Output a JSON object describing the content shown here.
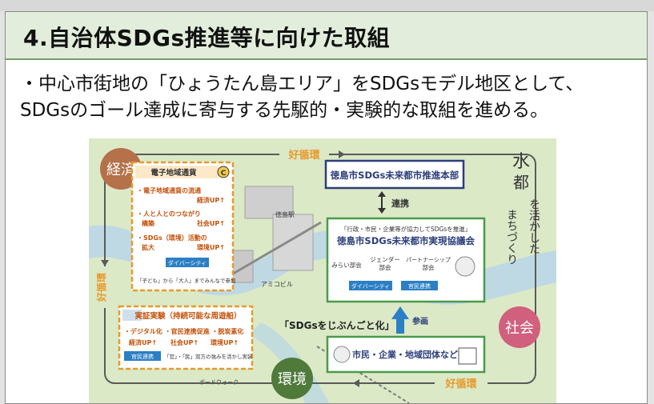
{
  "title": "4.自治体SDGs推進等に向けた取組",
  "body": {
    "line1": "・中心市街地の「ひょうたん島エリア」をSDGsモデル地区として、",
    "line2": "SDGsのゴール達成に寄与する先駆的・実験的な取組を進める。"
  },
  "diagram": {
    "cycle_label": "好循環",
    "nodes": {
      "economy": "経済",
      "society": "社会",
      "environment": "環境"
    },
    "vertical_slogan": {
      "chars1": "水",
      "chars2": "都",
      "chars3": "を活かした",
      "chars4": "まちづくり"
    },
    "hq_box": "徳島市SDGs未来都市推進本部",
    "link_label": "連携",
    "council": {
      "subtitle": "「行政・市民・企業等が協力してSDGsを推進」",
      "title": "徳島市SDGs未来都市実現協議会",
      "sub1": "みらい部会",
      "sub2a": "ジェンダー",
      "sub2b": "部会",
      "sub3a": "パートナーシップ",
      "sub3b": "部会",
      "tag1": "ダイバーシティ",
      "tag2": "官民連携"
    },
    "currency": {
      "title": "電子地域通貨",
      "badge": "C",
      "item1": "・電子地域通貨の流通",
      "item1_effect": "経済UP↑",
      "item2a": "・人と人とのつながり",
      "item2b": "構築",
      "item2_effect": "社会UP↑",
      "item3a": "・SDGs（環境）活動の",
      "item3b": "拡大",
      "item3_effect": "環境UP↑",
      "tag": "ダイバーシティ",
      "caption": "「子ども」から「大人」までみんなで参加"
    },
    "experiment": {
      "title": "実証実験（持続可能な周遊船）",
      "line1": "・デジタル化 ・官民連携促進 ・脱炭素化",
      "eff1": "経済UP↑",
      "eff2": "社会UP↑",
      "eff3": "環境UP↑",
      "tag": "官民連携",
      "caption": "「官」・「民」双方の強みを活かし実装"
    },
    "own_label": "「SDGsをじぶんごと化」",
    "participate_label": "参画",
    "citizens_box": "市民・企業・地域団体など",
    "map_labels": {
      "station": "徳島駅",
      "building": "アミコビル",
      "boardwalk": "ボードウォーク"
    }
  },
  "colors": {
    "title_bg": "#e2eedb",
    "economy": "#b5714a",
    "society": "#d0607d",
    "environment": "#4f7a3a",
    "hq_border": "#2c3e7a",
    "council_border": "#4a9a4a",
    "accent_orange": "#e79a2c",
    "arrow_blue": "#2b7fc4"
  }
}
